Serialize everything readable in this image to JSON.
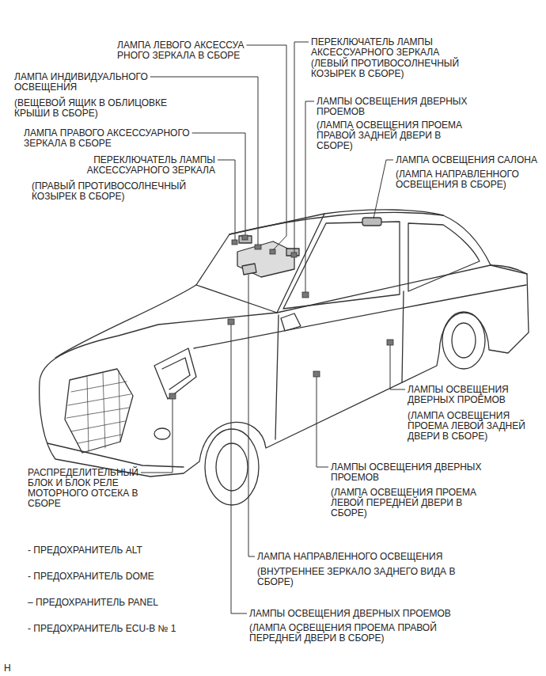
{
  "diagram": {
    "labels": [
      "ЛАМПА ЛЕВОГО АКСЕССУА РНОГО ЗЕРКАЛА В СБОРЕ",
      "ЛАМПА ИНДИВИДУАЛЬНОГО ОСВЕЩЕНИЯ",
      "(ВЕЩЕВОЙ ЯЩИК В ОБЛИЦОВКЕ КРЫШИ В СБОРЕ)",
      "ПЕРЕКЛЮЧАТЕЛЬ ЛАМПЫ АКСЕССУАРНОГО ЗЕРКАЛА",
      "(ЛЕВЫЙ ПРОТИВОСОЛНЕЧНЫЙ КОЗЫРЕК В СБОРЕ)",
      "ЛАМПЫ ОСВЕЩЕНИЯ ДВЕРНЫХ ПРОЕМОВ",
      "(ЛАМПА ОСВЕЩЕНИЯ ПРОЕМА ПРАВОЙ ЗАДНЕЙ ДВЕРИ В СБОРЕ)",
      "ЛАМПА ПРАВОГО АКСЕССУАРНОГО ЗЕРКАЛА В СБОРЕ",
      "ЛАМПА ОСВЕЩЕНИЯ САЛОНА",
      "(ЛАМПА НАПРАВЛЕННОГО ОСВЕЩЕНИЯ В СБОРЕ)",
      "ПЕРЕКЛЮЧАТЕЛЬ ЛАМПЫ АКСЕССУАРНОГО ЗЕРКАЛА",
      "(ПРАВЫЙ ПРОТИВОСОЛНЕЧНЫЙ КОЗЫРЕК В СБОРЕ)",
      "ЛАМПЫ ОСВЕЩЕНИЯ ДВЕРНЫХ ПРОЁМОВ",
      "(ЛАМПА ОСВЕЩЕНИЯ ПРОЕМА ЛЕВОЙ ЗАДНЕЙ ДВЕРИ В СБОРЕ)",
      "РАСПРЕДЕЛИТЕЛЬНЫЙ БЛОК И БЛОК РЕЛЕ МОТОРНОГО ОТСЕКА В СБОРЕ",
      "ЛАМПЫ ОСВЕЩЕНИЯ ДВЕРНЫХ ПРОЕМОВ",
      "(ЛАМПА ОСВЕЩЕНИЯ ПРОЕМА ЛЕВОЙ ПЕРЕДНЕЙ ДВЕРИ В СБОРЕ)",
      "- ПРЕДОХРАНИТЕЛЬ ALT",
      "- ПРЕДОХРАНИТЕЛЬ DOME",
      "– ПРЕДОХРАНИТЕЛЬ PANEL",
      "- ПРЕДОХРАНИТЕЛЬ ECU-B № 1",
      "ЛАМПА НАПРАВЛЕННОГО ОСВЕЩЕНИЯ",
      "(ВНУТРЕННЕЕ ЗЕРКАЛО ЗАДНЕГО ВИДА В СБОРЕ)",
      "ЛАМПЫ ОСВЕЩЕНИЯ ДВЕРНЫХ ПРОЕМОВ",
      "(ЛАМПА ОСВЕЩЕНИЯ ПРОЕМА ПРАВОЙ ПЕРЕДНЕЙ ДВЕРИ В СБОРЕ)",
      "H"
    ]
  }
}
